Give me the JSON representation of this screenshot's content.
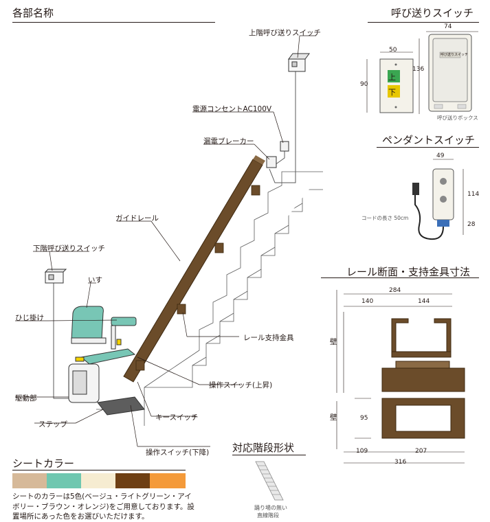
{
  "sections": {
    "parts": "各部名称",
    "call_switch": "呼び送りスイッチ",
    "pendant": "ペンダントスイッチ",
    "rail": "レール断面・支持金具寸法",
    "seat_color": "シートカラー",
    "stairs": "対応階段形状"
  },
  "labels": {
    "upper_call": "上階呼び送りスイッチ",
    "outlet": "電源コンセントAC100V",
    "breaker": "漏電ブレーカー",
    "guide_rail": "ガイドレール",
    "lower_call": "下階呼び送りスイッチ",
    "seat": "いす",
    "armrest": "ひじ掛け",
    "rail_bracket": "レール支持金具",
    "switch_up": "操作スイッチ(上昇)",
    "drive": "駆動部",
    "step": "ステップ",
    "key": "キースイッチ",
    "switch_down": "操作スイッチ(下降)"
  },
  "call_switch": {
    "width_small": "50",
    "height_small": "90",
    "width_box": "74",
    "height_box": "136",
    "up": "上",
    "down": "下",
    "box_caption": "呼び送りボックス",
    "box_plate": "呼び送りスイッチ"
  },
  "pendant": {
    "width": "49",
    "height": "114",
    "bottom": "28",
    "cord": "コードの長さ 50cm"
  },
  "rail": {
    "total": "284",
    "left": "140",
    "right": "144",
    "wall1": "壁",
    "wall2": "壁",
    "bracket_h": "95",
    "b_left": "109",
    "b_right": "207",
    "b_total": "316"
  },
  "seat_colors": [
    {
      "name": "ベージュ",
      "hex": "#d6b999"
    },
    {
      "name": "ライトグリーン",
      "hex": "#6fc7b0"
    },
    {
      "name": "アイボリー",
      "hex": "#f6ecd1"
    },
    {
      "name": "ブラウン",
      "hex": "#6e3f14"
    },
    {
      "name": "オレンジ",
      "hex": "#f49a3a"
    }
  ],
  "seat_note": "シートのカラーは5色(ベージュ・ライトグリーン・アイボリー・ブラウン・オレンジ)をご用意しております。設置場所にあった色をお選びいただけます。",
  "stairs_caption_1": "踊り場の無い",
  "stairs_caption_2": "直線階段",
  "colors": {
    "rail": "#6b4c2a",
    "seat": "#78c6b5",
    "line": "#231815"
  }
}
